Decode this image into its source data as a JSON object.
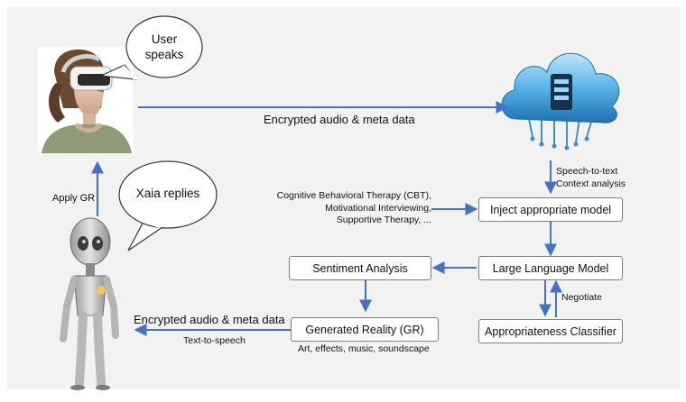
{
  "bubbles": {
    "user": [
      "User",
      "speaks"
    ],
    "xaia": "Xaia replies"
  },
  "labels": {
    "encrypted_top": "Encrypted audio & meta data",
    "speech_to_text": "Speech-to-text",
    "context_analysis": "Context analysis",
    "apply_gr": "Apply GR",
    "therapies": [
      "Cognitive Behavioral Therapy (CBT),",
      "Motivational Interviewing,",
      "Supportive Therapy, ..."
    ],
    "negotiate": "Negotiate",
    "encrypted_bottom": "Encrypted audio & meta data",
    "text_to_speech": "Text-to-speech",
    "gr_outputs": "Art, effects, music, soundscape"
  },
  "boxes": {
    "inject": "Inject appropriate model",
    "llm": "Large Language Model",
    "sentiment": "Sentiment Analysis",
    "generated": "Generated Reality (GR)",
    "classifier": "Appropriateness Classifier"
  },
  "images": {
    "user": "woman-vr-headset",
    "cloud": "cloud-server",
    "robot": "humanoid-robot"
  },
  "colors": {
    "arrow": "#4472c4",
    "box_border": "#7f7f7f",
    "cloud": "#4fa8df",
    "background": "#f2f2f2"
  }
}
